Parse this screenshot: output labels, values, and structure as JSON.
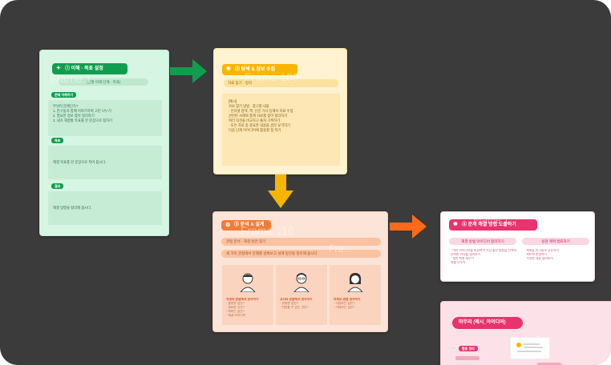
{
  "colors": {
    "canvas": "#3b3b3b",
    "green": "#109e4e",
    "yellow": "#f7b500",
    "orange": "#f5a06b",
    "pink": "#e8336e",
    "arrow_green": "#109e4e",
    "arrow_yellow": "#f7b500",
    "arrow_orange": "#ff6a1a"
  },
  "frame1": {
    "title": "① 이해 · 목표 설정",
    "icon": "pin-icon",
    "subtitle": "(상황 이해 단계 · 목표)",
    "ghost": "Frame 1",
    "tag1": "문제 이해하기",
    "box1_lines": [
      "무엇이 문제인가?",
      "1. 친구들과 함께 이야기하며 고민 나누기",
      "2. 필요한 정보 찾아 정리하기",
      "3. 내가 해결할 목표를 한 문장으로 정하기"
    ],
    "tag2": "목표",
    "box2_lines": [
      "해결 목표를 한 문장으로 적어 봅시다."
    ],
    "tag3": "결과",
    "box3_lines": [
      "해결 방향을 정리해 봅시다."
    ]
  },
  "frame2": {
    "title": "② 탐색 & 정보 수집",
    "icon": "bulb-icon",
    "subtitle": "자료 찾기 · 정리",
    "ghost": "Frame 100",
    "box_lines": [
      "[예시]",
      "자료 찾기 방법 · 참고할 내용",
      "· 인터넷 검색, 책, 신문 기사 등에서 자료 수집",
      "  관련된 사례와 통계 자료를 찾아 정리하기",
      "  여러 의견을 비교하고 출처 기록하기",
      "· 모은 자료 중 중요한 내용을 골라 요약하기",
      "  다음 단계 아이디어에 활용할 점 적기"
    ]
  },
  "frame3": {
    "title": "③ 분석 & 설계",
    "icon": "gear-icon",
    "ghost": "Frame 116",
    "ghost2": "Fra...",
    "bar1": "관점 분석 · 해결 방안 찾기",
    "bar2": "세 가지 관점에서 문제를 살펴보고 설계 방안을 정리해 봅시다",
    "persons": [
      {
        "label": "학생의 관점에서 생각하기",
        "lines": [
          "· 불편한 점은?",
          "· 필요한 것은?",
          "· 바라는 점은?",
          "· 해결 아이디어"
        ]
      },
      {
        "label": "교사의 관점에서 생각하기",
        "lines": [
          "· 관찰한 점은?",
          "· 지원할 수 있는 것은?"
        ]
      },
      {
        "label": "학부모 관점 생각하기",
        "lines": [
          "· 걱정하는 점은?",
          "· 기대하는 점은?"
        ]
      }
    ]
  },
  "frame4": {
    "title": "④ 문제 해결 방법 도출하기",
    "icon": "bulb-icon",
    "ghost": "Frame 1",
    "col1_head": "해결 방법 아이디어 정리하기",
    "col1_lines": [
      "· 여러 아이디어를 비교하여 가장 좋은 방법을 선택하기",
      "  선택한 이유를 정리하기",
      "· 실천 계획 세우기",
      "  역할 나누기"
    ],
    "col2_head": "실천 계획 발표하기",
    "col2_lines": [
      "· 계획을 친구들과 공유하기",
      "· 피드백 반영하기",
      "· 수정한 내용 정리하기"
    ]
  },
  "frame5": {
    "title": "마무리 (예시_아이디어)",
    "tag": "활동 정리",
    "stamp": "sticker-image"
  }
}
